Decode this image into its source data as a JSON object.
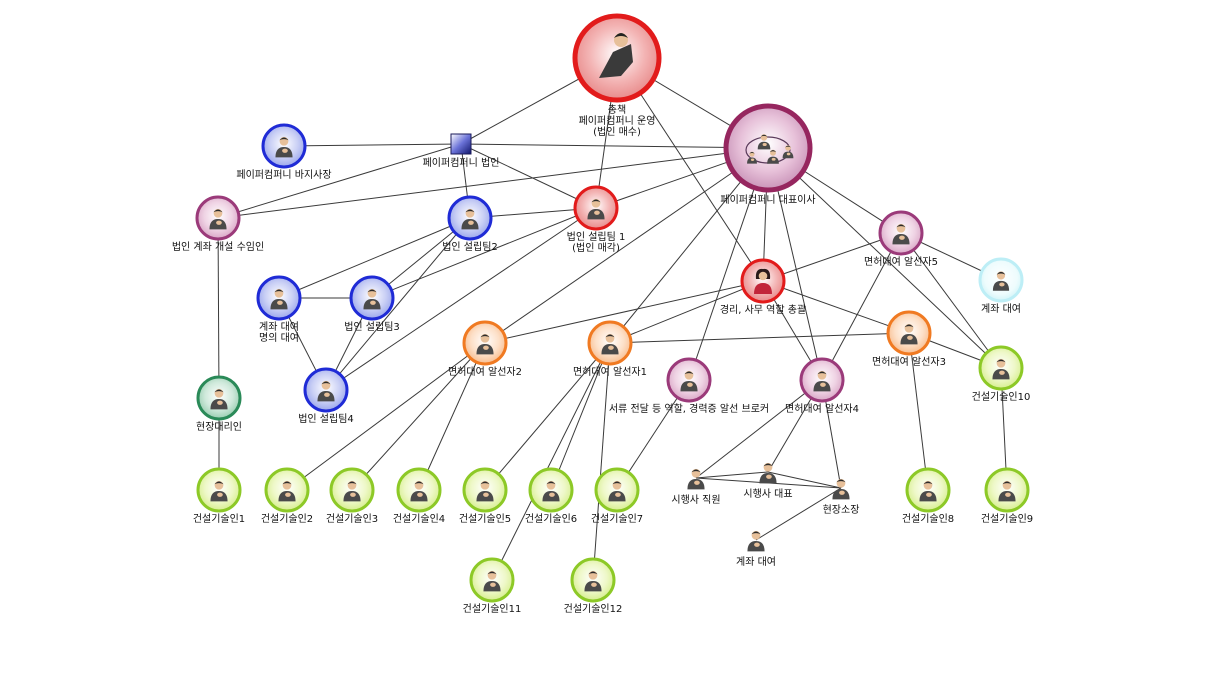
{
  "diagram": {
    "nodes": [
      {
        "id": "boss",
        "label": [
          "총책",
          "페이퍼컴퍼니 운영",
          "(법인 매수)"
        ],
        "style": "red",
        "icon": "boss-icon"
      },
      {
        "id": "ceo",
        "label": [
          "페이퍼컴퍼니 대표이사"
        ],
        "style": "magenta",
        "icon": "group-icon"
      },
      {
        "id": "corp",
        "label": [
          "페이퍼컴퍼니 법인"
        ],
        "style": "square",
        "icon": "corporation-square-icon"
      },
      {
        "id": "vp",
        "label": [
          "페이퍼컴퍼니 바지사장"
        ],
        "style": "blue",
        "icon": "person-icon"
      },
      {
        "id": "acct",
        "label": [
          "법인 계좌 개설 수임인"
        ],
        "style": "pink",
        "icon": "person-icon"
      },
      {
        "id": "setup2",
        "label": [
          "법인 설립팀2"
        ],
        "style": "blue",
        "icon": "person-icon"
      },
      {
        "id": "setup1",
        "label": [
          "법인 설립팀 1",
          "(법인 매각)"
        ],
        "style": "red",
        "icon": "person-icon"
      },
      {
        "id": "loanname",
        "label": [
          "계좌 대여",
          "명의 대여"
        ],
        "style": "blue",
        "icon": "person-icon"
      },
      {
        "id": "setup3",
        "label": [
          "법인 설립팀3"
        ],
        "style": "blue",
        "icon": "person-icon"
      },
      {
        "id": "setup4",
        "label": [
          "법인 설립팀4"
        ],
        "style": "blue",
        "icon": "person-icon"
      },
      {
        "id": "site",
        "label": [
          "현장대리인"
        ],
        "style": "teal",
        "icon": "person-icon"
      },
      {
        "id": "accounting",
        "label": [
          "경리, 사무 역할 총괄"
        ],
        "style": "redwoman",
        "icon": "woman-icon"
      },
      {
        "id": "broker5",
        "label": [
          "면허대여 알선자5"
        ],
        "style": "pink",
        "icon": "person-icon"
      },
      {
        "id": "acctloan1",
        "label": [
          "계좌 대여"
        ],
        "style": "cyan",
        "icon": "person-icon"
      },
      {
        "id": "broker2",
        "label": [
          "면허대여 알선자2"
        ],
        "style": "orange",
        "icon": "person-icon"
      },
      {
        "id": "broker1",
        "label": [
          "면허대여 알선자1"
        ],
        "style": "orange",
        "icon": "person-icon"
      },
      {
        "id": "broker3",
        "label": [
          "면허대여 알선자3"
        ],
        "style": "orange",
        "icon": "person-icon"
      },
      {
        "id": "docbroker",
        "label": [
          "서류 전달 등 역할, 경력증 알선 브로커"
        ],
        "style": "pink",
        "icon": "person-icon"
      },
      {
        "id": "broker4",
        "label": [
          "면허대여 알선자4"
        ],
        "style": "pink",
        "icon": "person-icon"
      },
      {
        "id": "tech10",
        "label": [
          "건설기술인10"
        ],
        "style": "green",
        "icon": "person-icon"
      },
      {
        "id": "tech1",
        "label": [
          "건설기술인1"
        ],
        "style": "green",
        "icon": "person-icon"
      },
      {
        "id": "tech2",
        "label": [
          "건설기술인2"
        ],
        "style": "green",
        "icon": "person-icon"
      },
      {
        "id": "tech3",
        "label": [
          "건설기술인3"
        ],
        "style": "green",
        "icon": "person-icon"
      },
      {
        "id": "tech4",
        "label": [
          "건설기술인4"
        ],
        "style": "green",
        "icon": "person-icon"
      },
      {
        "id": "tech5",
        "label": [
          "건설기술인5"
        ],
        "style": "green",
        "icon": "person-icon"
      },
      {
        "id": "tech6",
        "label": [
          "건설기술인6"
        ],
        "style": "green",
        "icon": "person-icon"
      },
      {
        "id": "tech7",
        "label": [
          "건설기술인7"
        ],
        "style": "green",
        "icon": "person-icon"
      },
      {
        "id": "tech8",
        "label": [
          "건설기술인8"
        ],
        "style": "green",
        "icon": "person-icon"
      },
      {
        "id": "tech9",
        "label": [
          "건설기술인9"
        ],
        "style": "green",
        "icon": "person-icon"
      },
      {
        "id": "tech11",
        "label": [
          "건설기술인11"
        ],
        "style": "green",
        "icon": "person-icon"
      },
      {
        "id": "tech12",
        "label": [
          "건설기술인12"
        ],
        "style": "green",
        "icon": "person-icon"
      },
      {
        "id": "staff",
        "label": [
          "시행사 직원"
        ],
        "style": "plain",
        "icon": "person-icon"
      },
      {
        "id": "devceo",
        "label": [
          "시행사 대표"
        ],
        "style": "plain",
        "icon": "person-icon"
      },
      {
        "id": "sitemgr",
        "label": [
          "현장소장"
        ],
        "style": "plain",
        "icon": "person-icon"
      },
      {
        "id": "acctloan2",
        "label": [
          "계좌 대여"
        ],
        "style": "plain",
        "icon": "person-icon"
      }
    ],
    "edges": [
      [
        "boss",
        "corp"
      ],
      [
        "boss",
        "ceo"
      ],
      [
        "boss",
        "setup1"
      ],
      [
        "boss",
        "accounting"
      ],
      [
        "corp",
        "vp"
      ],
      [
        "corp",
        "ceo"
      ],
      [
        "corp",
        "acct"
      ],
      [
        "corp",
        "setup2"
      ],
      [
        "corp",
        "setup1"
      ],
      [
        "ceo",
        "acct"
      ],
      [
        "ceo",
        "setup1"
      ],
      [
        "ceo",
        "broker2"
      ],
      [
        "ceo",
        "broker1"
      ],
      [
        "ceo",
        "accounting"
      ],
      [
        "ceo",
        "docbroker"
      ],
      [
        "ceo",
        "broker4"
      ],
      [
        "ceo",
        "broker5"
      ],
      [
        "ceo",
        "tech10"
      ],
      [
        "setup1",
        "setup2"
      ],
      [
        "setup1",
        "setup3"
      ],
      [
        "setup1",
        "setup4"
      ],
      [
        "setup2",
        "loanname"
      ],
      [
        "setup2",
        "setup3"
      ],
      [
        "setup2",
        "setup4"
      ],
      [
        "loanname",
        "setup3"
      ],
      [
        "loanname",
        "setup4"
      ],
      [
        "setup3",
        "setup4"
      ],
      [
        "acct",
        "site"
      ],
      [
        "site",
        "tech1"
      ],
      [
        "accounting",
        "broker5"
      ],
      [
        "accounting",
        "broker2"
      ],
      [
        "accounting",
        "broker1"
      ],
      [
        "accounting",
        "broker3"
      ],
      [
        "accounting",
        "broker4"
      ],
      [
        "broker1",
        "broker3"
      ],
      [
        "broker5",
        "acctloan1"
      ],
      [
        "broker5",
        "tech10"
      ],
      [
        "broker5",
        "broker4"
      ],
      [
        "broker3",
        "tech10"
      ],
      [
        "broker2",
        "tech2"
      ],
      [
        "broker2",
        "tech3"
      ],
      [
        "broker2",
        "tech4"
      ],
      [
        "broker1",
        "tech5"
      ],
      [
        "broker1",
        "tech6"
      ],
      [
        "broker1",
        "tech11"
      ],
      [
        "broker1",
        "tech12"
      ],
      [
        "docbroker",
        "tech7"
      ],
      [
        "broker3",
        "tech8"
      ],
      [
        "tech10",
        "tech9"
      ],
      [
        "broker4",
        "staff"
      ],
      [
        "broker4",
        "devceo"
      ],
      [
        "broker4",
        "sitemgr"
      ],
      [
        "staff",
        "devceo"
      ],
      [
        "staff",
        "sitemgr"
      ],
      [
        "devceo",
        "sitemgr"
      ],
      [
        "sitemgr",
        "acctloan2"
      ]
    ]
  }
}
